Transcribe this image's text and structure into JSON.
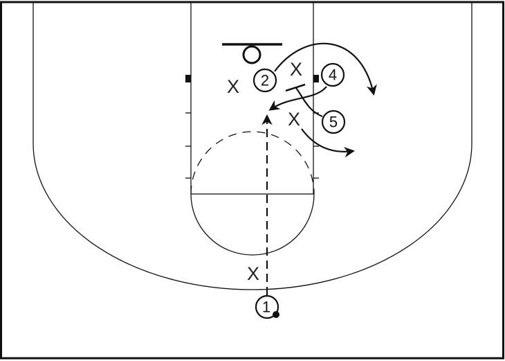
{
  "diagram": {
    "type": "basketball-half-court-play",
    "offense": [
      {
        "label": "1",
        "has_ball": true
      },
      {
        "label": "2"
      },
      {
        "label": "4"
      },
      {
        "label": "5"
      }
    ],
    "defense": [
      {
        "label": "X"
      },
      {
        "label": "X"
      },
      {
        "label": "X"
      },
      {
        "label": "X"
      }
    ],
    "colors": {
      "ink": "#111111",
      "background": "#ffffff"
    }
  }
}
